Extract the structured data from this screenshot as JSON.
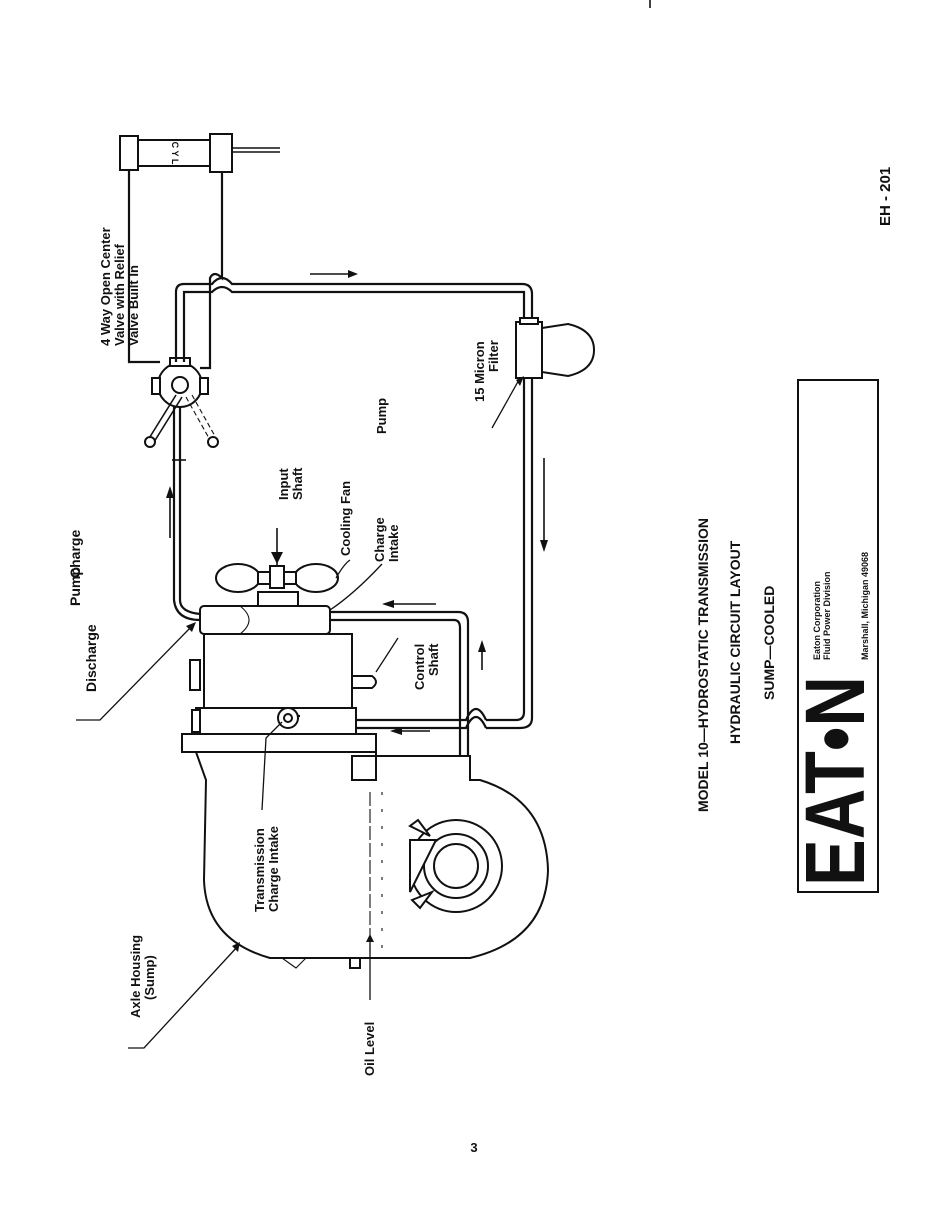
{
  "title_block": {
    "line1": "MODEL 10—HYDROSTATIC TRANSMISSION",
    "line2": "HYDRAULIC CIRCUIT LAYOUT",
    "line3": "SUMP—COOLED"
  },
  "labels": {
    "cyl": "C Y L",
    "four_way_l1": "4 Way Open Center",
    "four_way_l2": "Valve with Relief",
    "four_way_l3": "Valve Built In",
    "pump": "Pump",
    "filter_l1": "15 Micron",
    "filter_l2": "Filter",
    "input_l1": "Input",
    "input_l2": "Shaft",
    "cooling_fan": "Cooling Fan",
    "charge_intake_l1": "Charge",
    "charge_intake_l2": "Intake",
    "charge_pump_l1": "Charge",
    "charge_pump_l2": "Pump",
    "discharge": "Discharge",
    "control_l1": "Control",
    "control_l2": "Shaft",
    "trans_l1": "Transmission",
    "trans_l2": "Charge Intake",
    "axle_l1": "Axle Housing",
    "axle_l2": "(Sump)",
    "oil_level": "Oil Level"
  },
  "eaton": {
    "logo": "EAT•N",
    "company": "Eaton Corporation",
    "division": "Fluid Power Division",
    "address": "Marshall, Michigan 49068"
  },
  "doc_code": "EH - 201",
  "page_number": "3"
}
